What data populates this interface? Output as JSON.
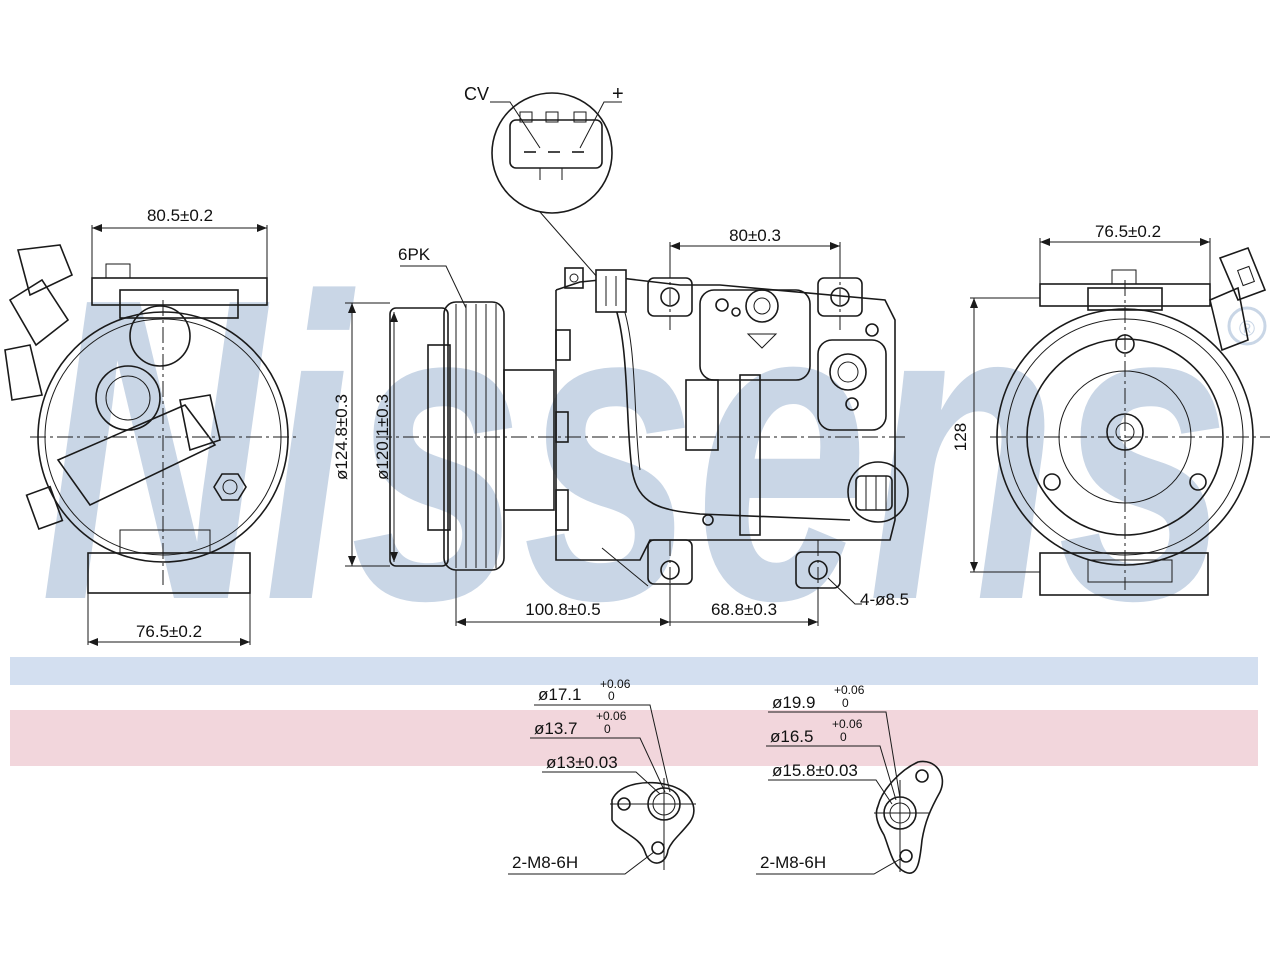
{
  "watermark": {
    "text": "Nissens",
    "registered_mark": "®",
    "color": "#c9d6e6"
  },
  "bands": {
    "blue": "#d3dff0",
    "pink": "#f2d6dc"
  },
  "connector": {
    "cv_label": "CV",
    "plus_label": "+"
  },
  "left_view": {
    "dim_top": "80.5±0.2",
    "dim_bottom": "76.5±0.2"
  },
  "front_view": {
    "belt_label": "6PK",
    "dia_outer": "ø124.8±0.3",
    "dia_inner": "ø120.1±0.3",
    "dim_top": "80±0.3",
    "dim_bottom_left": "100.8±0.5",
    "dim_bottom_right": "68.8±0.3",
    "holes": "4-ø8.5"
  },
  "right_view": {
    "dim_top": "76.5±0.2",
    "dim_height": "128"
  },
  "port_left": {
    "d1": "ø17.1",
    "d1_tol_upper": "+0.06",
    "d1_tol_lower": "0",
    "d2": "ø13.7",
    "d2_tol_upper": "+0.06",
    "d2_tol_lower": "0",
    "d3": "ø13±0.03",
    "thread": "2-M8-6H"
  },
  "port_right": {
    "d1": "ø19.9",
    "d1_tol_upper": "+0.06",
    "d1_tol_lower": "0",
    "d2": "ø16.5",
    "d2_tol_upper": "+0.06",
    "d2_tol_lower": "0",
    "d3": "ø15.8±0.03",
    "thread": "2-M8-6H"
  }
}
